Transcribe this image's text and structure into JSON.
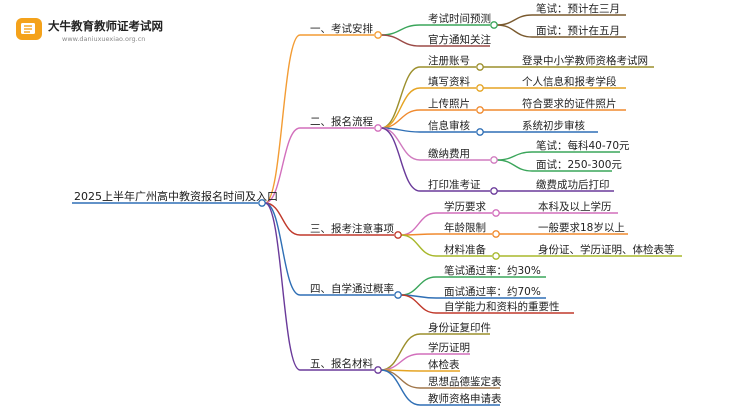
{
  "logo": {
    "title": "大牛教育教师证考试网",
    "url": "www.daniuxuexiao.org.cn"
  },
  "root": {
    "label": "2025上半年广州高中教资报名时间及入口"
  },
  "branches": [
    {
      "label": "一、考试安排",
      "color": "#f39c34",
      "children": [
        {
          "label": "考试时间预测",
          "color": "#3aa55a",
          "children": [
            {
              "label": "笔试：预计在三月",
              "color": "#7a5a2f"
            },
            {
              "label": "面试：预计在五月",
              "color": "#7a5a2f"
            }
          ]
        },
        {
          "label": "官方通知关注",
          "color": "#9b4a46",
          "children": []
        }
      ]
    },
    {
      "label": "二、报名流程",
      "color": "#d26fbc",
      "children": [
        {
          "label": "注册账号",
          "color": "#9c8f2c",
          "children": [
            {
              "label": "登录中小学教师资格考试网",
              "color": "#9c8f2c"
            }
          ]
        },
        {
          "label": "填写资料",
          "color": "#e5a423",
          "children": [
            {
              "label": "个人信息和报考学段",
              "color": "#e5a423"
            }
          ]
        },
        {
          "label": "上传照片",
          "color": "#f08a2e",
          "children": [
            {
              "label": "符合要求的证件照片",
              "color": "#f08a2e"
            }
          ]
        },
        {
          "label": "信息审核",
          "color": "#2f6fb5",
          "children": [
            {
              "label": "系统初步审核",
              "color": "#2f6fb5"
            }
          ]
        },
        {
          "label": "缴纳费用",
          "color": "#d07bbf",
          "children": [
            {
              "label": "笔试：每科40-70元",
              "color": "#3aa55a"
            },
            {
              "label": "面试：250-300元",
              "color": "#3aa55a"
            }
          ]
        },
        {
          "label": "打印准考证",
          "color": "#6a3a9a",
          "children": [
            {
              "label": "缴费成功后打印",
              "color": "#6a3a9a"
            }
          ]
        }
      ]
    },
    {
      "label": "三、报考注意事项",
      "color": "#c0392b",
      "children": [
        {
          "label": "学历要求",
          "color": "#d26fbc",
          "children": [
            {
              "label": "本科及以上学历",
              "color": "#d26fbc"
            }
          ]
        },
        {
          "label": "年龄限制",
          "color": "#f08a2e",
          "children": [
            {
              "label": "一般要求18岁以上",
              "color": "#f08a2e"
            }
          ]
        },
        {
          "label": "材料准备",
          "color": "#a8b82c",
          "children": [
            {
              "label": "身份证、学历证明、体检表等",
              "color": "#a8b82c"
            }
          ]
        }
      ]
    },
    {
      "label": "四、自学通过概率",
      "color": "#2f6fb5",
      "children": [
        {
          "label": "笔试通过率：约30%",
          "color": "#3aa55a",
          "children": []
        },
        {
          "label": "面试通过率：约70%",
          "color": "#2f6fb5",
          "children": []
        },
        {
          "label": "自学能力和资料的重要性",
          "color": "#c0392b",
          "children": []
        }
      ]
    },
    {
      "label": "五、报名材料",
      "color": "#6a3a9a",
      "children": [
        {
          "label": "身份证复印件",
          "color": "#9c8f2c",
          "children": []
        },
        {
          "label": "学历证明",
          "color": "#d26fbc",
          "children": []
        },
        {
          "label": "体检表",
          "color": "#e5a423",
          "children": []
        },
        {
          "label": "思想品德鉴定表",
          "color": "#a0764a",
          "children": []
        },
        {
          "label": "教师资格申请表",
          "color": "#2f6fb5",
          "children": []
        }
      ]
    }
  ]
}
